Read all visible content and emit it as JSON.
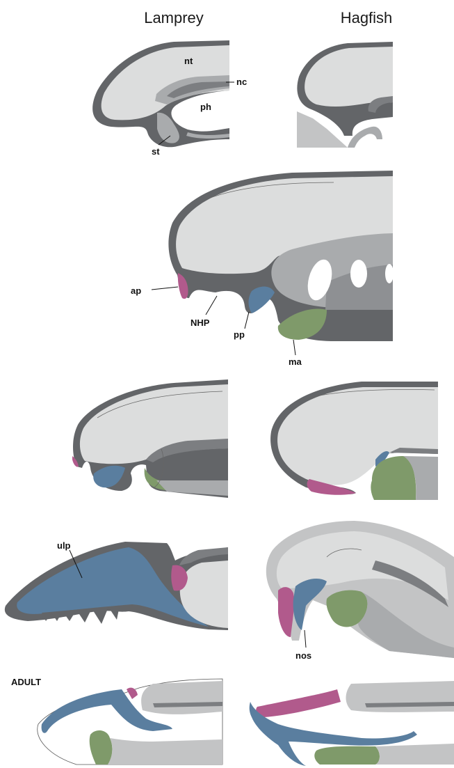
{
  "columns": {
    "left": "Lamprey",
    "right": "Hagfish"
  },
  "labels": {
    "nt": "nt",
    "nc": "nc",
    "ph": "ph",
    "st": "st",
    "ap": "ap",
    "nhp": "NHP",
    "pp": "pp",
    "ma": "ma",
    "ulp": "ulp",
    "nos": "nos"
  },
  "stage_label": "ADULT",
  "colors": {
    "outer_tissue": "#636568",
    "inner_tissue": "#dcdddd",
    "pink_domain": "#b15a8c",
    "blue_domain": "#5a7e9f",
    "green_domain": "#7f9a6a"
  }
}
